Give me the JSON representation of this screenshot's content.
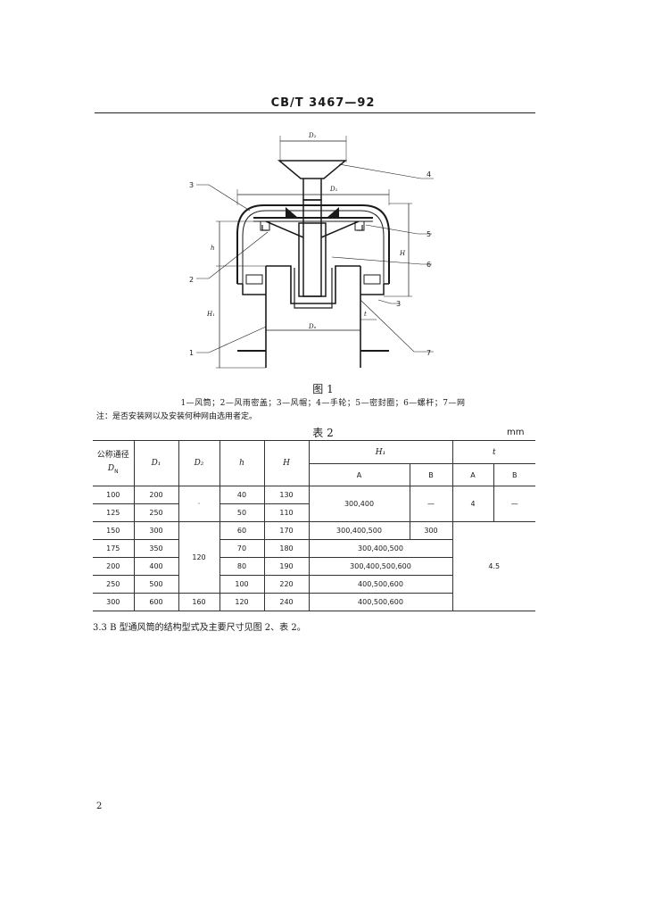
{
  "header": {
    "code": "CB/T 3467—92"
  },
  "figure": {
    "dims": {
      "D2": "D₂",
      "D1": "D₁",
      "h": "h",
      "H": "H",
      "H1": "H₁",
      "DN": "Dₙ",
      "t": "t"
    },
    "part_numbers": [
      "1",
      "2",
      "3",
      "4",
      "5",
      "6",
      "7",
      "3"
    ],
    "caption": "图 1",
    "legend": "1—风筒；2—风雨密盖；3—风帽；4—手轮；5—密封圈；6—螺杆；7—网",
    "note": "注：是否安装网以及安装何种网由选用者定。"
  },
  "table": {
    "title": "表 2",
    "unit": "mm",
    "headers": {
      "dn": [
        "公称通径",
        "D",
        "N"
      ],
      "d1": "D₁",
      "d2": "D₂",
      "h": "h",
      "H": "H",
      "H1": "H₁",
      "t": "t",
      "A": "A",
      "B": "B"
    },
    "rows": [
      {
        "dn": "100",
        "d1": "200",
        "h": "40",
        "H": "130"
      },
      {
        "dn": "125",
        "d1": "250",
        "h": "50",
        "H": "110"
      },
      {
        "dn": "150",
        "d1": "300",
        "h": "60",
        "H": "170"
      },
      {
        "dn": "175",
        "d1": "350",
        "h": "70",
        "H": "180"
      },
      {
        "dn": "200",
        "d1": "400",
        "h": "80",
        "H": "190"
      },
      {
        "dn": "250",
        "d1": "500",
        "h": "100",
        "H": "220"
      },
      {
        "dn": "300",
        "d1": "600",
        "h": "120",
        "H": "240"
      }
    ],
    "d2_dot": "·",
    "d2_merged": "120",
    "d2_last": "160",
    "h1_a_100_125": "300,400",
    "h1_b_100_125": "—",
    "t_a_100_125": "4",
    "t_b_100_125": "—",
    "h1_a_150": "300,400,500",
    "h1_b_150": "300",
    "h1_175": "300,400,500",
    "h1_200": "300,400,500,600",
    "h1_250": "400,500,600",
    "h1_300": "400,500,600",
    "t_merged": "4.5"
  },
  "paragraph_3_3": "3.3  B 型通风筒的结构型式及主要尺寸见图 2、表 2。",
  "page_number": "2"
}
